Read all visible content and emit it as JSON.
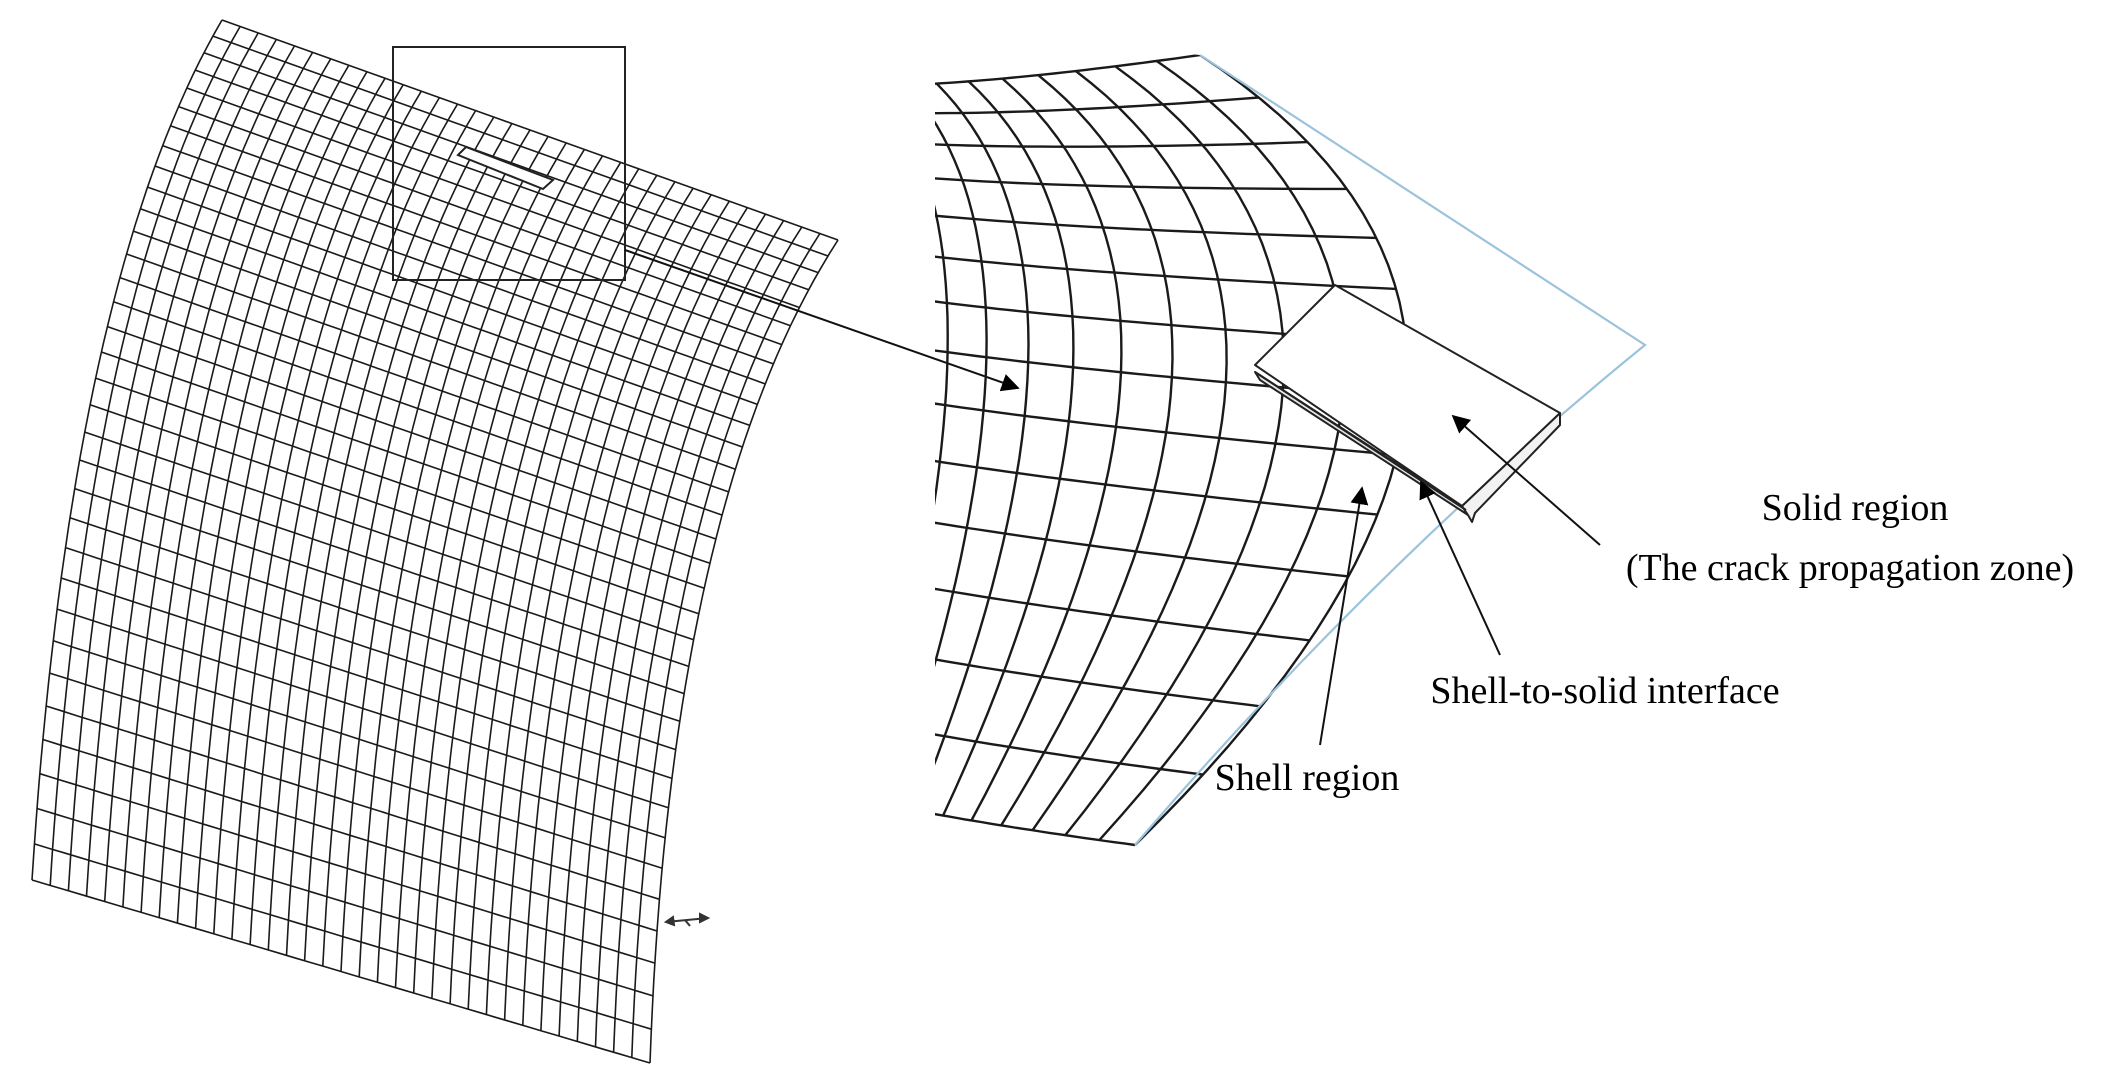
{
  "labels": {
    "solid_region": "Solid region",
    "solid_region_note": "(The crack propagation zone)",
    "interface": "Shell-to-solid interface",
    "shell_region": "Shell region"
  },
  "colors": {
    "mesh": "#1a1a1a",
    "boundary": "#9cc3dc",
    "outline": "#222222"
  }
}
